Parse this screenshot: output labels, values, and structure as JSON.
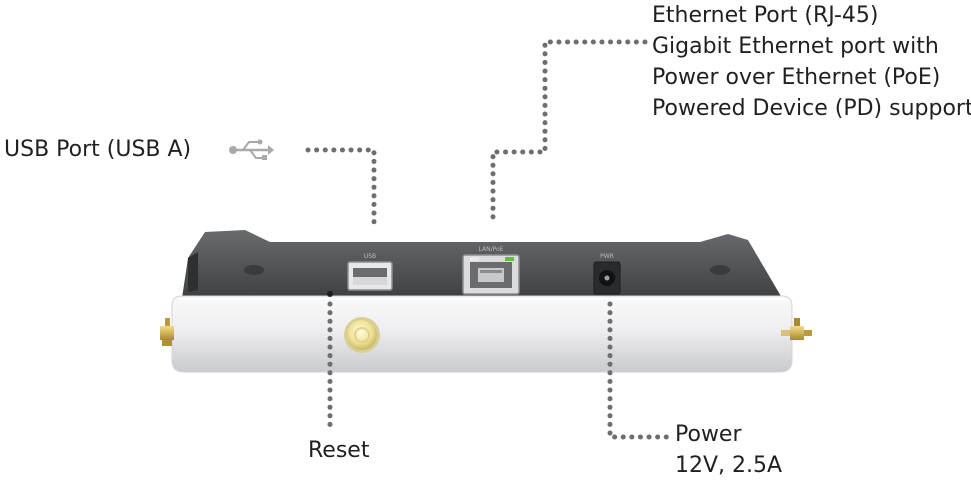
{
  "callouts": {
    "ethernet": {
      "title": "Ethernet Port (RJ-45)",
      "lines": [
        "Gigabit Ethernet port with",
        "Power over Ethernet (PoE)",
        "Powered Device (PD) support"
      ]
    },
    "usb": {
      "title": "USB Port (USB A)"
    },
    "reset": {
      "title": "Reset"
    },
    "power": {
      "title": "Power",
      "lines": [
        "12V, 2.5A"
      ]
    }
  },
  "device": {
    "port_labels": {
      "usb": "USB",
      "lan": "LAN/PoE",
      "pwr": "PWR"
    }
  },
  "icons": {
    "usb": "usb-trident-icon",
    "antenna_left": "antenna-connector-icon",
    "antenna_right": "antenna-connector-icon"
  },
  "colors": {
    "leader_line": "#6d6e71",
    "housing_top": "#4b4c4e",
    "housing_body": "#eeeef0",
    "reset_button": "#f2e7a6",
    "link_led": "#5cc33a"
  }
}
